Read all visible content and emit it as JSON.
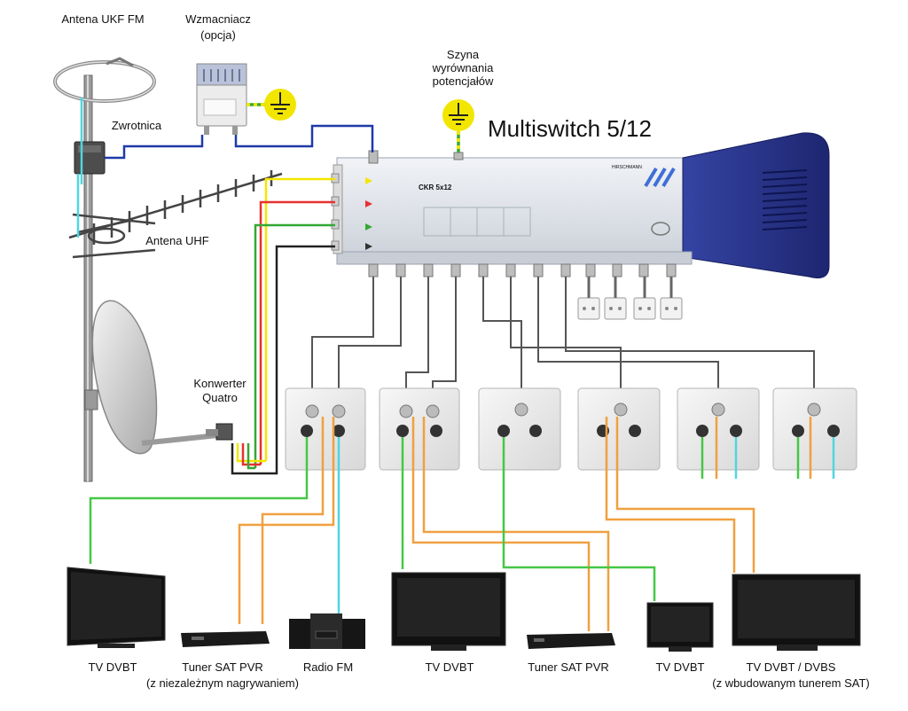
{
  "labels": {
    "antenna_fm": "Antena UKF FM",
    "amplifier": "Wzmacniacz",
    "amplifier_note": "(opcja)",
    "splitter": "Zwrotnica",
    "antenna_uhf": "Antena UHF",
    "bonding_line1": "Szyna",
    "bonding_line2": "wyrównania",
    "bonding_line3": "potencjałów",
    "multiswitch_title": "Multiswitch 5/12",
    "converter_line1": "Konwerter",
    "converter_line2": "Quatro",
    "device_model": "CKR 5x12",
    "device_brand": "HIRSCHMANN"
  },
  "devices": [
    {
      "label": "TV DVBT",
      "note": ""
    },
    {
      "label": "Tuner SAT PVR",
      "note": "(z niezależnym nagrywaniem)"
    },
    {
      "label": "Radio FM",
      "note": ""
    },
    {
      "label": "TV DVBT",
      "note": ""
    },
    {
      "label": "Tuner SAT PVR",
      "note": ""
    },
    {
      "label": "TV DVBT",
      "note": ""
    },
    {
      "label": "TV DVBT / DVBS",
      "note": "(z wbudowanym tunerem SAT)"
    }
  ],
  "colors": {
    "cable_terrestrial": "#45c845",
    "cable_sat": "#f0a040",
    "cable_fm": "#4fd6e0",
    "cable_main": "#1e3aa8",
    "cable_multiswitch": "#555555",
    "ground": "#f2e600",
    "device_body": "#dfe3ea",
    "device_cap": "#27348b"
  },
  "icons": {
    "ground": "ground-symbol-icon",
    "socket": "wall-socket-icon",
    "connector": "f-connector-icon"
  }
}
